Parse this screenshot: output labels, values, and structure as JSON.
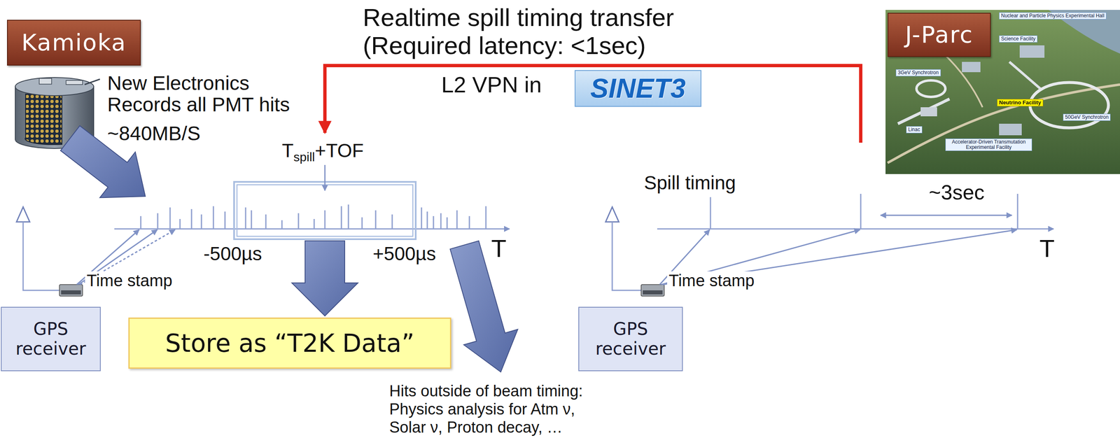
{
  "diagram": {
    "nodes": [
      {
        "text": [
          "Kamioka"
        ]
      },
      {
        "text": [
          "J-Parc"
        ]
      },
      {
        "text": [
          "GPS receiver"
        ]
      },
      {
        "text": [
          "Store as “T2K Data”"
        ]
      },
      {
        "text": [
          "GPS receiver"
        ]
      }
    ],
    "labels": [
      "Realtime spill timing transfer",
      "(Required latency: <1sec)",
      "L2 VPN in",
      "SINET3",
      "New Electronics",
      "Records all PMT hits",
      "~840MB/S",
      "T",
      "spill",
      "+TOF",
      "-500µs",
      "+500µs",
      "T",
      "Time stamp",
      "Hits outside of beam timing:",
      "Physics analysis for Atm ν,",
      "Solar ν, Proton decay, …",
      "Spill timing",
      "~3sec",
      "T",
      "Time stamp",
      "Nuclear and Particle Physics Experimental Hall",
      "Science Facility",
      "3GeV Synchrotron",
      "Neutrino Facility",
      "50GeV Synchrotron",
      "Linac",
      "Accelerator-Driven Transmutation Experimental Facility"
    ]
  }
}
